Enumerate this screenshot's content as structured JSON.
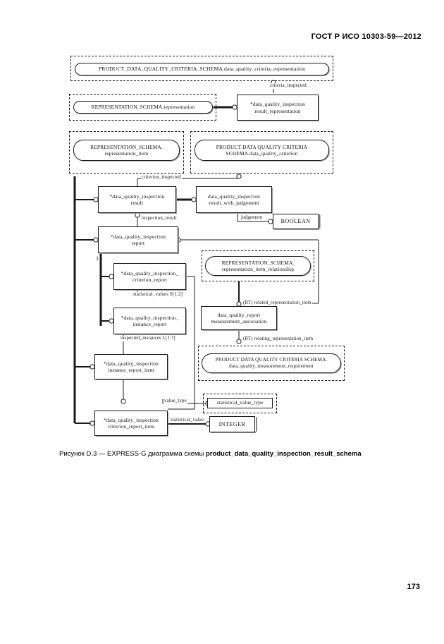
{
  "document": {
    "header": "ГОСТ Р ИСО 10303-59—2012",
    "page_number": "173",
    "caption_prefix": "Рисунок D.3 — EXPRESS-G диаграмма схемы ",
    "caption_schema": "product_data_quality_inspection_result_schema"
  },
  "diagram": {
    "type": "EXPRESS-G",
    "nodes": [
      {
        "id": "pdqc_criteria_representation",
        "kind": "page-reference",
        "label": "PRODUCT_DATA_QUALITY_CRITERIA_SCHEMA.data_quality_criteria_representation"
      },
      {
        "id": "representation_schema_representation",
        "kind": "page-reference",
        "label": "REPRESENTATION_SCHEMA.representation"
      },
      {
        "id": "dq_inspection_result_representation",
        "kind": "entity",
        "label_line1": "*data_quality_inspection",
        "label_line2": "result_representation"
      },
      {
        "id": "representation_schema_representation_item",
        "kind": "page-reference",
        "label_line1": "REPRESENTATION_SCHEMA.",
        "label_line2": "representation_item"
      },
      {
        "id": "pdqc_data_quality_criterion",
        "kind": "page-reference",
        "label_line1": "PRODUCT DATA QUALITY CRITERIA",
        "label_line2": "SCHEMA.data_quality_criterion"
      },
      {
        "id": "dq_inspection_result",
        "kind": "entity",
        "label_line1": "*data_quality_inspection",
        "label_line2": "result"
      },
      {
        "id": "dq_inspection_result_with_judgement",
        "kind": "entity",
        "label_line1": "data_quality_inspection",
        "label_line2": "result_with_judgement"
      },
      {
        "id": "boolean_type",
        "kind": "simple-type",
        "label": "BOOLEAN"
      },
      {
        "id": "dq_inspection_report",
        "kind": "entity",
        "label_line1": "*data_quality_inspection",
        "label_line2": "report"
      },
      {
        "id": "representation_item_relationship",
        "kind": "page-reference",
        "label_line1": "REPRESENTATION_SCHEMA.",
        "label_line2": "representation_item_relationship"
      },
      {
        "id": "dq_inspection_criterion_report",
        "kind": "entity",
        "label_line1": "*data_quality_inspection_",
        "label_line2": "criterion_report"
      },
      {
        "id": "dq_inspection_instance_report",
        "kind": "entity",
        "label_line1": "*data_quality_inspection_",
        "label_line2": "instance_report"
      },
      {
        "id": "dq_report_measurement_association",
        "kind": "entity",
        "label_line1": "data_quality_report",
        "label_line2": "measurement_association"
      },
      {
        "id": "dq_inspection_instance_report_item",
        "kind": "entity",
        "label_line1": "*data_quality_inspection",
        "label_line2": "instance_report_item"
      },
      {
        "id": "pdqc_measurement_requirement",
        "kind": "page-reference",
        "label_line1": "PRODUCT DATA QUALITY CRITERIA SCHEMA.",
        "label_line2": "data_quality_measurement_requirement"
      },
      {
        "id": "statistical_value_type",
        "kind": "defined-type",
        "label": "statistical_value_type"
      },
      {
        "id": "dq_inspection_criterion_report_item",
        "kind": "entity",
        "label_line1": "*data_quality_inspection",
        "label_line2": "criterion_report_item"
      },
      {
        "id": "integer_type",
        "kind": "simple-type",
        "label": "INTEGER"
      }
    ],
    "edge_labels": [
      {
        "id": "criteria_inspected",
        "text": "criteria_inspected"
      },
      {
        "id": "criterion_inspected",
        "text": "criterion_inspected"
      },
      {
        "id": "judgement",
        "text": "judgement"
      },
      {
        "id": "inspection_result",
        "text": "inspection_result"
      },
      {
        "id": "statistical_values",
        "text": "statistical_values S[1:2]"
      },
      {
        "id": "related_representation_item",
        "text": "(RT) related_representation_item"
      },
      {
        "id": "relating_representation_item",
        "text": "(RT) relating_representation_item"
      },
      {
        "id": "inspected_instances",
        "text": "inspected_instances L[1:?]"
      },
      {
        "id": "value_type",
        "text": "value_type"
      },
      {
        "id": "statistical_value",
        "text": "statistical_value"
      },
      {
        "id": "subtype_branch_number",
        "text": "1"
      }
    ]
  }
}
